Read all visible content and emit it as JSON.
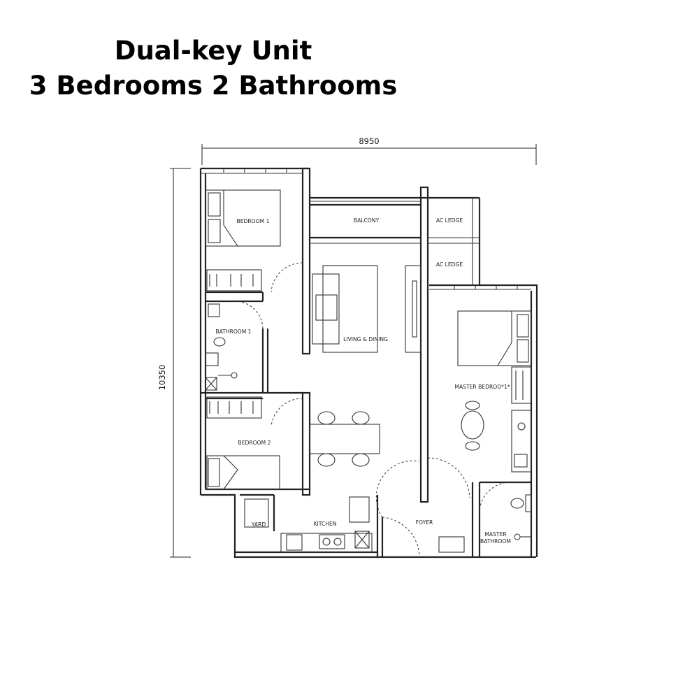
{
  "title": {
    "line1": "Dual-key Unit",
    "line2": "3 Bedrooms 2 Bathrooms"
  },
  "dimensions": {
    "width": "8950",
    "height": "10350"
  },
  "rooms": {
    "bedroom1": "BEDROOM 1",
    "balcony": "BALCONY",
    "ac_ledge_1": "AC LEDGE",
    "ac_ledge_2": "AC LEDGE",
    "bathroom1": "BATHROOM 1",
    "living_dining": "LIVING & DINING",
    "master_bedroom": "MASTER BEDROO*1*",
    "bedroom2": "BEDROOM 2",
    "yard": "YARD",
    "kitchen": "KITCHEN",
    "foyer": "FOYER",
    "master_bathroom_line1": "MASTER",
    "master_bathroom_line2": "BATHROOM"
  }
}
